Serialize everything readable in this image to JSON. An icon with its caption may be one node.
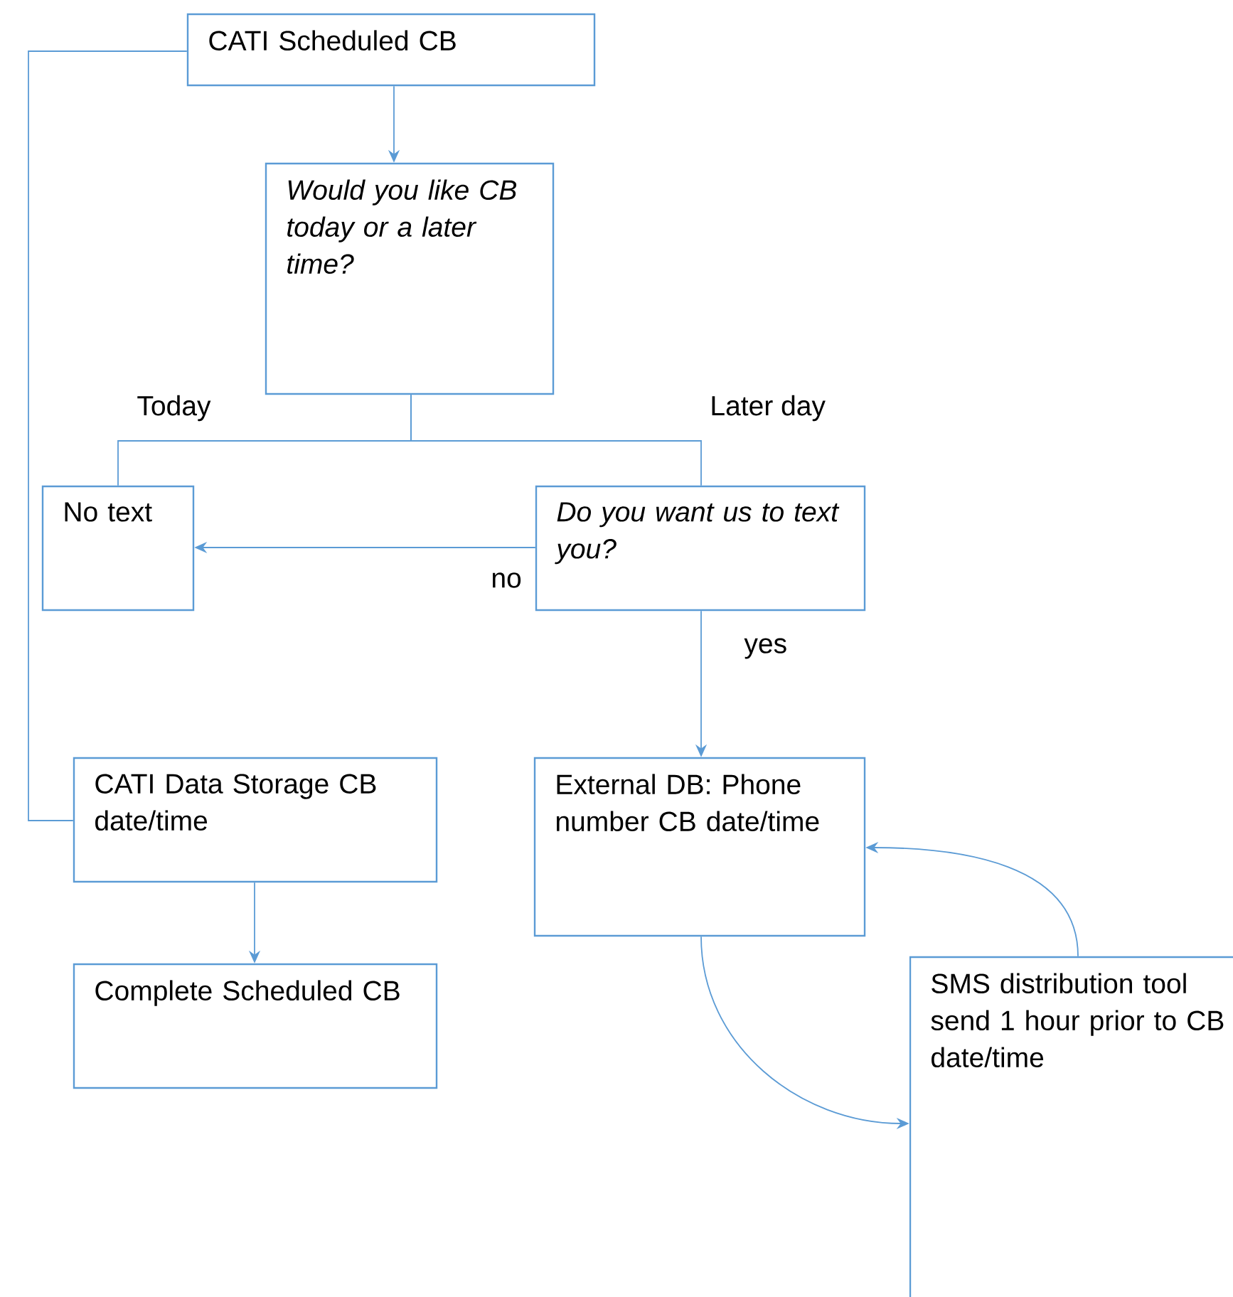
{
  "diagram": {
    "nodes": [
      {
        "text": [
          "CATI Scheduled CB"
        ]
      },
      {
        "text": [
          "Would you like CB today or a later time?"
        ]
      },
      {
        "text": [
          "No text"
        ]
      },
      {
        "text": [
          "Do you want us to text you?"
        ]
      },
      {
        "text": [
          "CATI Data Storage CB date/time"
        ]
      },
      {
        "text": [
          "Complete Scheduled CB"
        ]
      },
      {
        "text": [
          "External DB: Phone number CB date/time"
        ]
      },
      {
        "text": [
          "SMS distribution tool send 1 hour prior to CB date/time"
        ]
      }
    ],
    "edges": [
      {
        "from": 0,
        "to": 1,
        "arrow": "to"
      },
      {
        "from": 0,
        "to": 4,
        "arrow": "none"
      },
      {
        "from": 1,
        "to": 2,
        "arrow": "none",
        "label": "Today"
      },
      {
        "from": 1,
        "to": 3,
        "arrow": "none",
        "label": "Later day"
      },
      {
        "from": 3,
        "to": 2,
        "arrow": "to",
        "label": "no"
      },
      {
        "from": 3,
        "to": 6,
        "arrow": "to",
        "label": "yes"
      },
      {
        "from": 4,
        "to": 5,
        "arrow": "to"
      },
      {
        "from": 6,
        "to": 7,
        "arrow": "to"
      },
      {
        "from": 7,
        "to": 6,
        "arrow": "to"
      }
    ]
  }
}
